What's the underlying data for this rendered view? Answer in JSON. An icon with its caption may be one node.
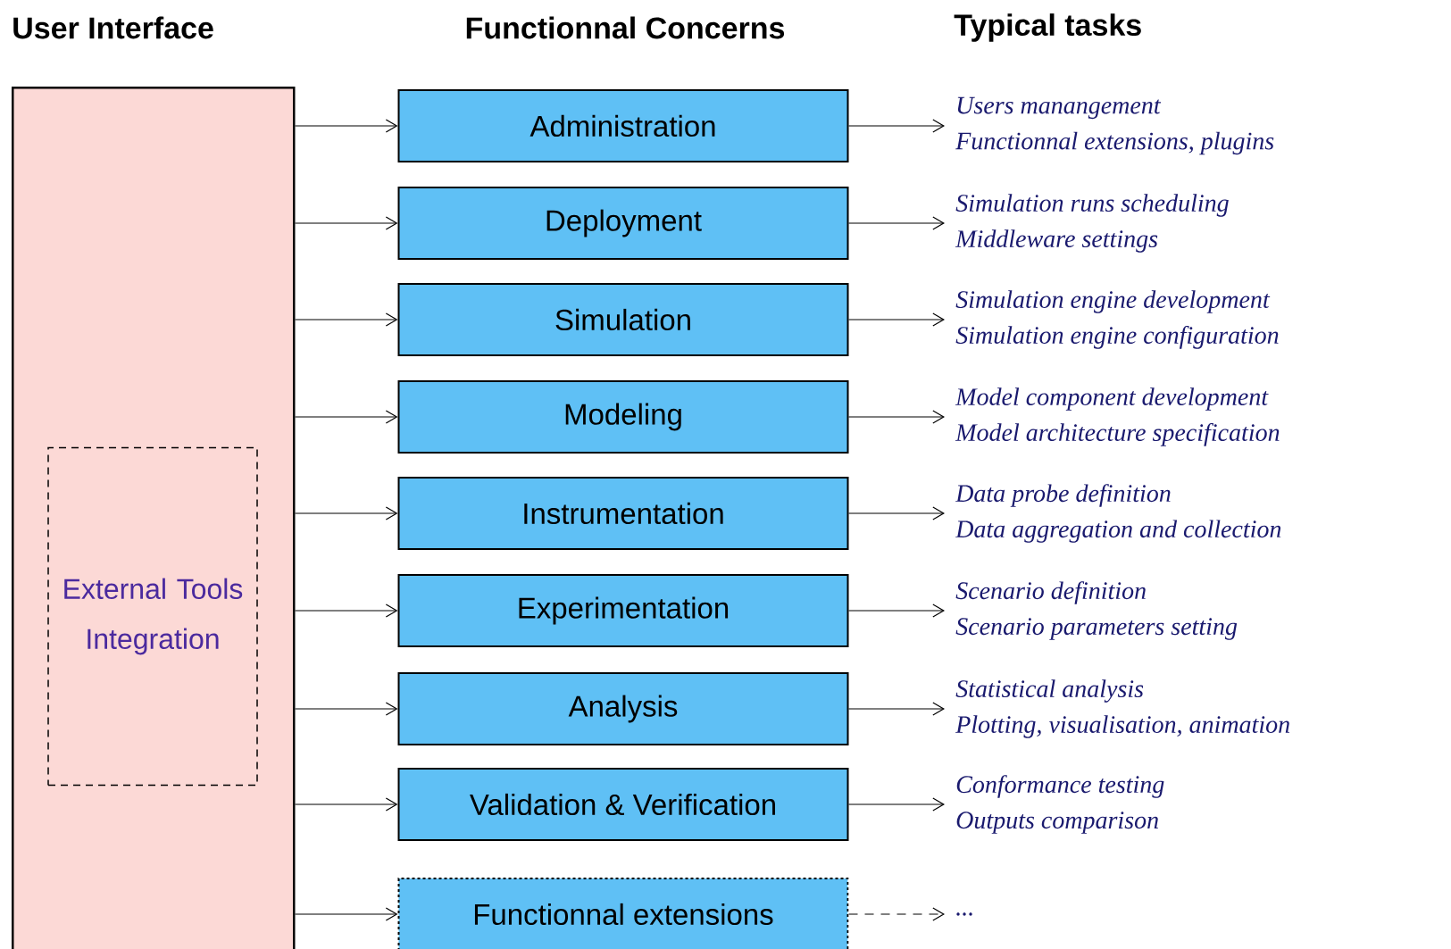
{
  "diagram": {
    "nodes": [
      {
        "text": [],
        "shape": "box"
      },
      {
        "text": [
          "External Tools Integration"
        ],
        "in": 0
      },
      {
        "text": [
          "Administration"
        ]
      },
      {
        "text": [
          "Deployment"
        ]
      },
      {
        "text": [
          "Simulation"
        ]
      },
      {
        "text": [
          "Modeling"
        ]
      },
      {
        "text": [
          "Instrumentation"
        ]
      },
      {
        "text": [
          "Experimentation"
        ]
      },
      {
        "text": [
          "Analysis"
        ]
      },
      {
        "text": [
          "Validation & Verification"
        ]
      },
      {
        "text": [
          "Functionnal extensions"
        ]
      },
      {
        "text": [
          "Users manangement",
          "Functionnal extensions, plugins"
        ]
      },
      {
        "text": [
          "Simulation runs scheduling",
          "Middleware settings"
        ]
      },
      {
        "text": [
          "Simulation engine development",
          "Simulation engine configuration"
        ]
      },
      {
        "text": [
          "Model component development",
          "Model architecture specification"
        ]
      },
      {
        "text": [
          "Data probe definition",
          "Data aggregation and collection"
        ]
      },
      {
        "text": [
          "Scenario definition",
          "Scenario parameters setting"
        ]
      },
      {
        "text": [
          "Statistical analysis",
          "Plotting, visualisation, animation"
        ]
      },
      {
        "text": [
          "Conformance testing",
          "Outputs comparison"
        ]
      },
      {
        "text": [
          "..."
        ]
      }
    ],
    "edges": [
      {
        "from": 0,
        "to": 2,
        "arrow": "to"
      },
      {
        "from": 0,
        "to": 3,
        "arrow": "to"
      },
      {
        "from": 0,
        "to": 4,
        "arrow": "to"
      },
      {
        "from": 0,
        "to": 5,
        "arrow": "to"
      },
      {
        "from": 0,
        "to": 6,
        "arrow": "to"
      },
      {
        "from": 0,
        "to": 7,
        "arrow": "to"
      },
      {
        "from": 0,
        "to": 8,
        "arrow": "to"
      },
      {
        "from": 0,
        "to": 9,
        "arrow": "to"
      },
      {
        "from": 0,
        "to": 10,
        "arrow": "to"
      },
      {
        "from": 2,
        "to": 11,
        "arrow": "to"
      },
      {
        "from": 3,
        "to": 12,
        "arrow": "to"
      },
      {
        "from": 4,
        "to": 13,
        "arrow": "to"
      },
      {
        "from": 5,
        "to": 14,
        "arrow": "to"
      },
      {
        "from": 6,
        "to": 15,
        "arrow": "to"
      },
      {
        "from": 7,
        "to": 16,
        "arrow": "to"
      },
      {
        "from": 8,
        "to": 17,
        "arrow": "to"
      },
      {
        "from": 9,
        "to": 18,
        "arrow": "to"
      },
      {
        "from": 10,
        "to": 19,
        "arrow": "to",
        "style": "dashed"
      }
    ],
    "labels": [
      "User Interface",
      "Functionnal Concerns",
      "Typical tasks"
    ]
  }
}
